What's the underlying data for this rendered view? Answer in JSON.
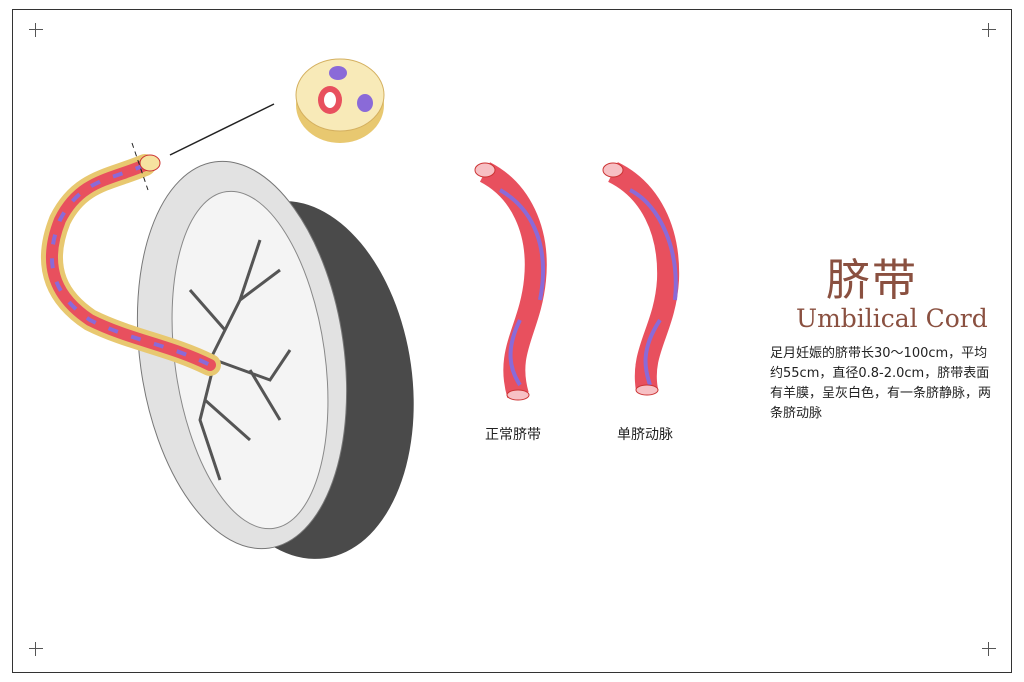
{
  "title_cn": "脐带",
  "title_en": "Umbilical Cord",
  "description": "足月妊娠的脐带长30～100cm，平均约55cm，直径0.8-2.0cm，脐带表面有羊膜，呈灰白色，有一条脐静脉，两条脐动脉",
  "captions": {
    "normal": "正常脐带",
    "single_artery": "单脐动脉"
  },
  "colors": {
    "title": "#8a5040",
    "vessel_red": "#e8505e",
    "vessel_purple": "#8a6ad8",
    "jelly": "#f6e3a0"
  }
}
